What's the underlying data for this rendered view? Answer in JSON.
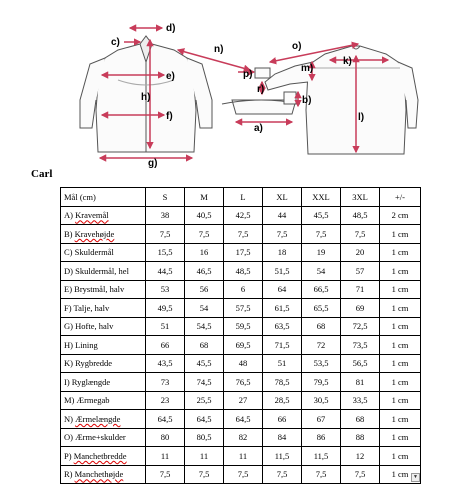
{
  "figure": {
    "labels": [
      "d)",
      "c)",
      "n)",
      "o)",
      "k)",
      "m)",
      "e)",
      "p)",
      "h)",
      "r)",
      "b)",
      "f)",
      "a)",
      "l)",
      "g)"
    ],
    "colors": {
      "line": "#c83c5a",
      "outline": "#555555"
    }
  },
  "heading": "Carl",
  "table": {
    "header": [
      "Mål (cm)",
      "S",
      "M",
      "L",
      "XL",
      "XXL",
      "3XL",
      "+/-"
    ],
    "rows": [
      {
        "prefix": "A)",
        "word": "Kravemål",
        "rest": "",
        "squiggle": true,
        "values": [
          "38",
          "40,5",
          "42,5",
          "44",
          "45,5",
          "48,5"
        ],
        "tol": "2 cm"
      },
      {
        "prefix": "B)",
        "word": "Kravehøjde",
        "rest": "",
        "squiggle": true,
        "values": [
          "7,5",
          "7,5",
          "7,5",
          "7,5",
          "7,5",
          "7,5"
        ],
        "tol": "1 cm"
      },
      {
        "prefix": "C)",
        "word": "Skuldermål",
        "rest": "",
        "squiggle": false,
        "values": [
          "15,5",
          "16",
          "17,5",
          "18",
          "19",
          "20"
        ],
        "tol": "1 cm"
      },
      {
        "prefix": "D)",
        "word": "Skuldermål, hel",
        "rest": "",
        "squiggle": false,
        "values": [
          "44,5",
          "46,5",
          "48,5",
          "51,5",
          "54",
          "57"
        ],
        "tol": "1 cm"
      },
      {
        "prefix": "E)",
        "word": "Brystmål, halv",
        "rest": "",
        "squiggle": false,
        "values": [
          "53",
          "56",
          "6",
          "64",
          "66,5",
          "71"
        ],
        "tol": "1 cm"
      },
      {
        "prefix": "F)",
        "word": "Talje, halv",
        "rest": "",
        "squiggle": false,
        "values": [
          "49,5",
          "54",
          "57,5",
          "61,5",
          "65,5",
          "69"
        ],
        "tol": "1 cm"
      },
      {
        "prefix": "G)",
        "word": "Hofte, halv",
        "rest": "",
        "squiggle": false,
        "values": [
          "51",
          "54,5",
          "59,5",
          "63,5",
          "68",
          "72,5"
        ],
        "tol": "1 cm"
      },
      {
        "prefix": "H)",
        "word": "Lining",
        "rest": "",
        "squiggle": false,
        "values": [
          "66",
          "68",
          "69,5",
          "71,5",
          "72",
          "73,5"
        ],
        "tol": "1 cm"
      },
      {
        "prefix": "K)",
        "word": "Rygbredde",
        "rest": "",
        "squiggle": false,
        "values": [
          "43,5",
          "45,5",
          "48",
          "51",
          "53,5",
          "56,5"
        ],
        "tol": "1 cm"
      },
      {
        "prefix": "I)",
        "word": "Ryglængde",
        "rest": "",
        "squiggle": false,
        "values": [
          "73",
          "74,5",
          "76,5",
          "78,5",
          "79,5",
          "81"
        ],
        "tol": "1 cm"
      },
      {
        "prefix": "M)",
        "word": "Ærmegab",
        "rest": "",
        "squiggle": false,
        "values": [
          "23",
          "25,5",
          "27",
          "28,5",
          "30,5",
          "33,5"
        ],
        "tol": "1 cm"
      },
      {
        "prefix": "N)",
        "word": "Ærmelængde",
        "rest": "",
        "squiggle": true,
        "values": [
          "64,5",
          "64,5",
          "64,5",
          "66",
          "67",
          "68"
        ],
        "tol": "1 cm"
      },
      {
        "prefix": "O)",
        "word": "Ærme",
        "rest": "+skulder",
        "squiggle": false,
        "values": [
          "80",
          "80,5",
          "82",
          "84",
          "86",
          "88"
        ],
        "tol": "1 cm"
      },
      {
        "prefix": "P)",
        "word": "Manchetbredde",
        "rest": "",
        "squiggle": true,
        "values": [
          "11",
          "11",
          "11",
          "11,5",
          "11,5",
          "12"
        ],
        "tol": "1 cm"
      },
      {
        "prefix": "R)",
        "word": "Manchethøjde",
        "rest": "",
        "squiggle": true,
        "values": [
          "7,5",
          "7,5",
          "7,5",
          "7,5",
          "7,5",
          "7,5"
        ],
        "tol": "1 cm"
      }
    ]
  }
}
